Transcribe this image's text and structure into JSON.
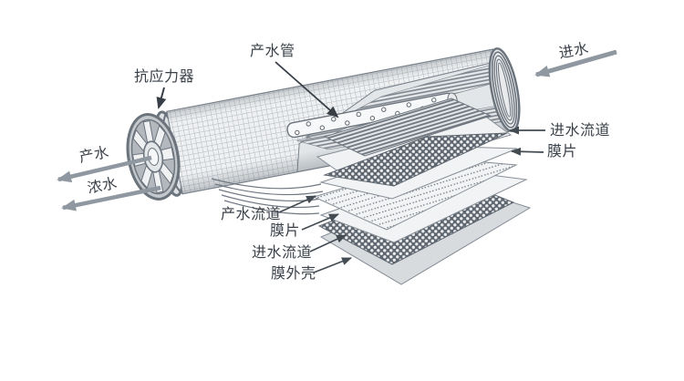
{
  "labels": {
    "anti_stress_device": "抗应力器",
    "product_water_pipe": "产水管",
    "feed_water": "进水",
    "product_water": "产水",
    "concentrate_water": "浓水",
    "feed_channel_right": "进水流道",
    "membrane_sheet_right": "膜片",
    "product_water_channel": "产水流道",
    "membrane_sheet_bottom": "膜片",
    "feed_channel_bottom": "进水流道",
    "membrane_outer_shell": "膜外壳"
  },
  "colors": {
    "background": "#ffffff",
    "outline": "#6b737c",
    "body_light": "#eef0f1",
    "grid_line": "#b3b9bf",
    "mesh_dark": "#5e6670",
    "sheet_white": "#f2f3f4",
    "shell_gray": "#d8dbde",
    "flow_arrow": "#8f97a0",
    "leader_arrow": "#434b53",
    "text": "#3b4149"
  }
}
